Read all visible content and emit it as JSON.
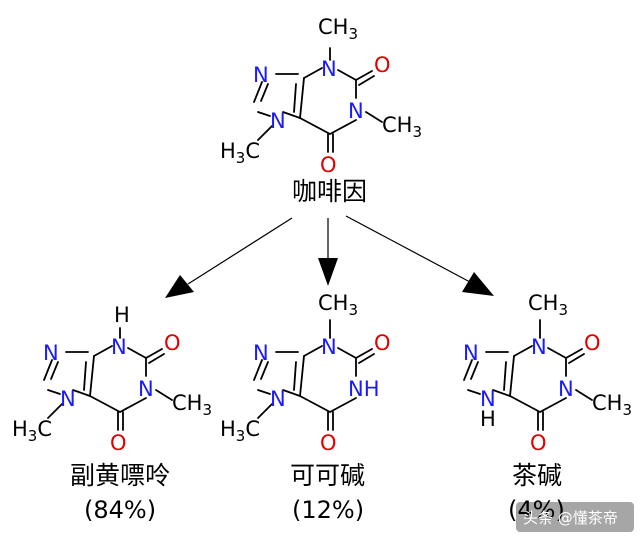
{
  "atoms": {
    "n": "N",
    "o": "O",
    "h": "H",
    "nh": "NH",
    "ch": "CH",
    "three": "3",
    "h3c_h": "H",
    "h3c_c": "C"
  },
  "molecules": {
    "caffeine": {
      "name": "咖啡因"
    },
    "paraxanthine": {
      "name": "副黄嘌呤",
      "percent": "(84%)"
    },
    "theobromine": {
      "name": "可可碱",
      "percent": "(12%)"
    },
    "theophylline": {
      "name": "茶碱",
      "percent": "(4%)"
    }
  },
  "colors": {
    "nitrogen": "#1a1aff",
    "oxygen": "#e00000",
    "bond": "#000000"
  },
  "watermark": {
    "text": "头条 @懂茶帝"
  }
}
